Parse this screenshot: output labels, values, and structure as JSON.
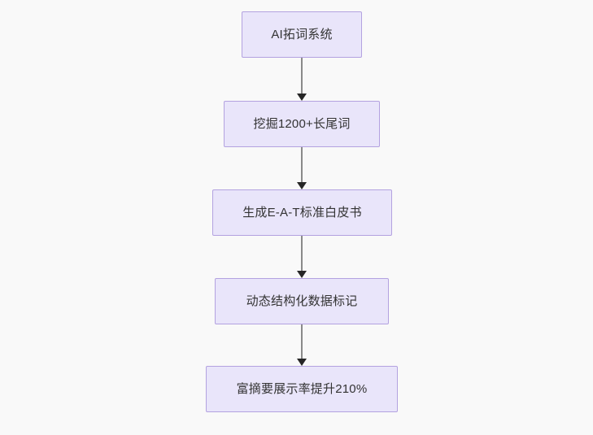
{
  "diagram": {
    "type": "flowchart",
    "direction": "top-to-bottom",
    "background_color": "#f9f9f9",
    "node_fill_color": "#e9e5fa",
    "node_border_color": "#b3a2e0",
    "node_text_color": "#333333",
    "connector_line_color": "#8a8a8a",
    "connector_arrow_color": "#262626",
    "nodes": [
      {
        "id": "node-1",
        "label": "AI拓词系统"
      },
      {
        "id": "node-2",
        "label": "挖掘1200+长尾词"
      },
      {
        "id": "node-3",
        "label": "生成E-A-T标准白皮书"
      },
      {
        "id": "node-4",
        "label": "动态结构化数据标记"
      },
      {
        "id": "node-5",
        "label": "富摘要展示率提升210%"
      }
    ],
    "edges": [
      {
        "id": "connector-1",
        "from": "node-1",
        "to": "node-2",
        "arrow": "arrow-down-icon"
      },
      {
        "id": "connector-2",
        "from": "node-2",
        "to": "node-3",
        "arrow": "arrow-down-icon"
      },
      {
        "id": "connector-3",
        "from": "node-3",
        "to": "node-4",
        "arrow": "arrow-down-icon"
      },
      {
        "id": "connector-4",
        "from": "node-4",
        "to": "node-5",
        "arrow": "arrow-down-icon"
      }
    ]
  }
}
